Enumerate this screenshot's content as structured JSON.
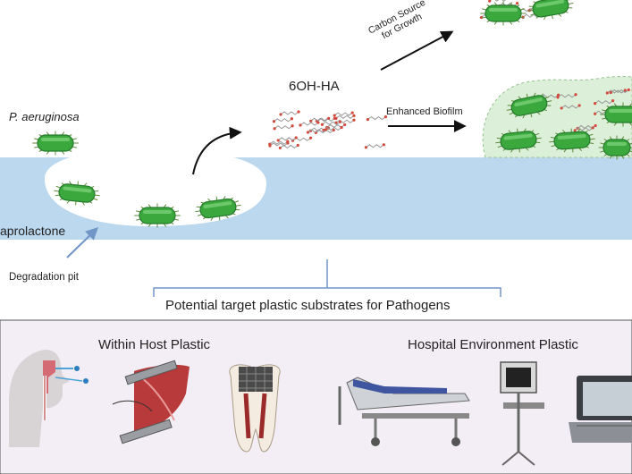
{
  "labels": {
    "organism": "P. aeruginosa",
    "metabolite": "6OH-HA",
    "carbon_source": "Carbon Source\nfor Growth",
    "enhanced_biofilm": "Enhanced Biofilm",
    "substrate": "aprolactone",
    "degradation_pit": "Degradation pit",
    "bracket_caption": "Potential target plastic substrates for Pathogens",
    "within_host": "Within Host Plastic",
    "hospital_env": "Hospital Environment Plastic"
  },
  "colors": {
    "plastic": "#bcd8ee",
    "pit": "#ffffff",
    "bacterium": "#3aa83c",
    "bacterium_dark": "#247a2a",
    "flagella": "#5c8a3c",
    "biofilm": "#dcefd8",
    "arrow_blue": "#7096c8",
    "panel_bg": "#f3eef5",
    "panel_border": "#555555",
    "molecule_red": "#d24a3c",
    "molecule_grey": "#9a9a9a"
  },
  "icons": {
    "host": [
      "head-intubation-icon",
      "blood-vessel-stent-icon",
      "tooth-implant-icon"
    ],
    "hospital": [
      "hospital-bed-icon",
      "monitor-cart-icon",
      "laptop-icon"
    ]
  }
}
